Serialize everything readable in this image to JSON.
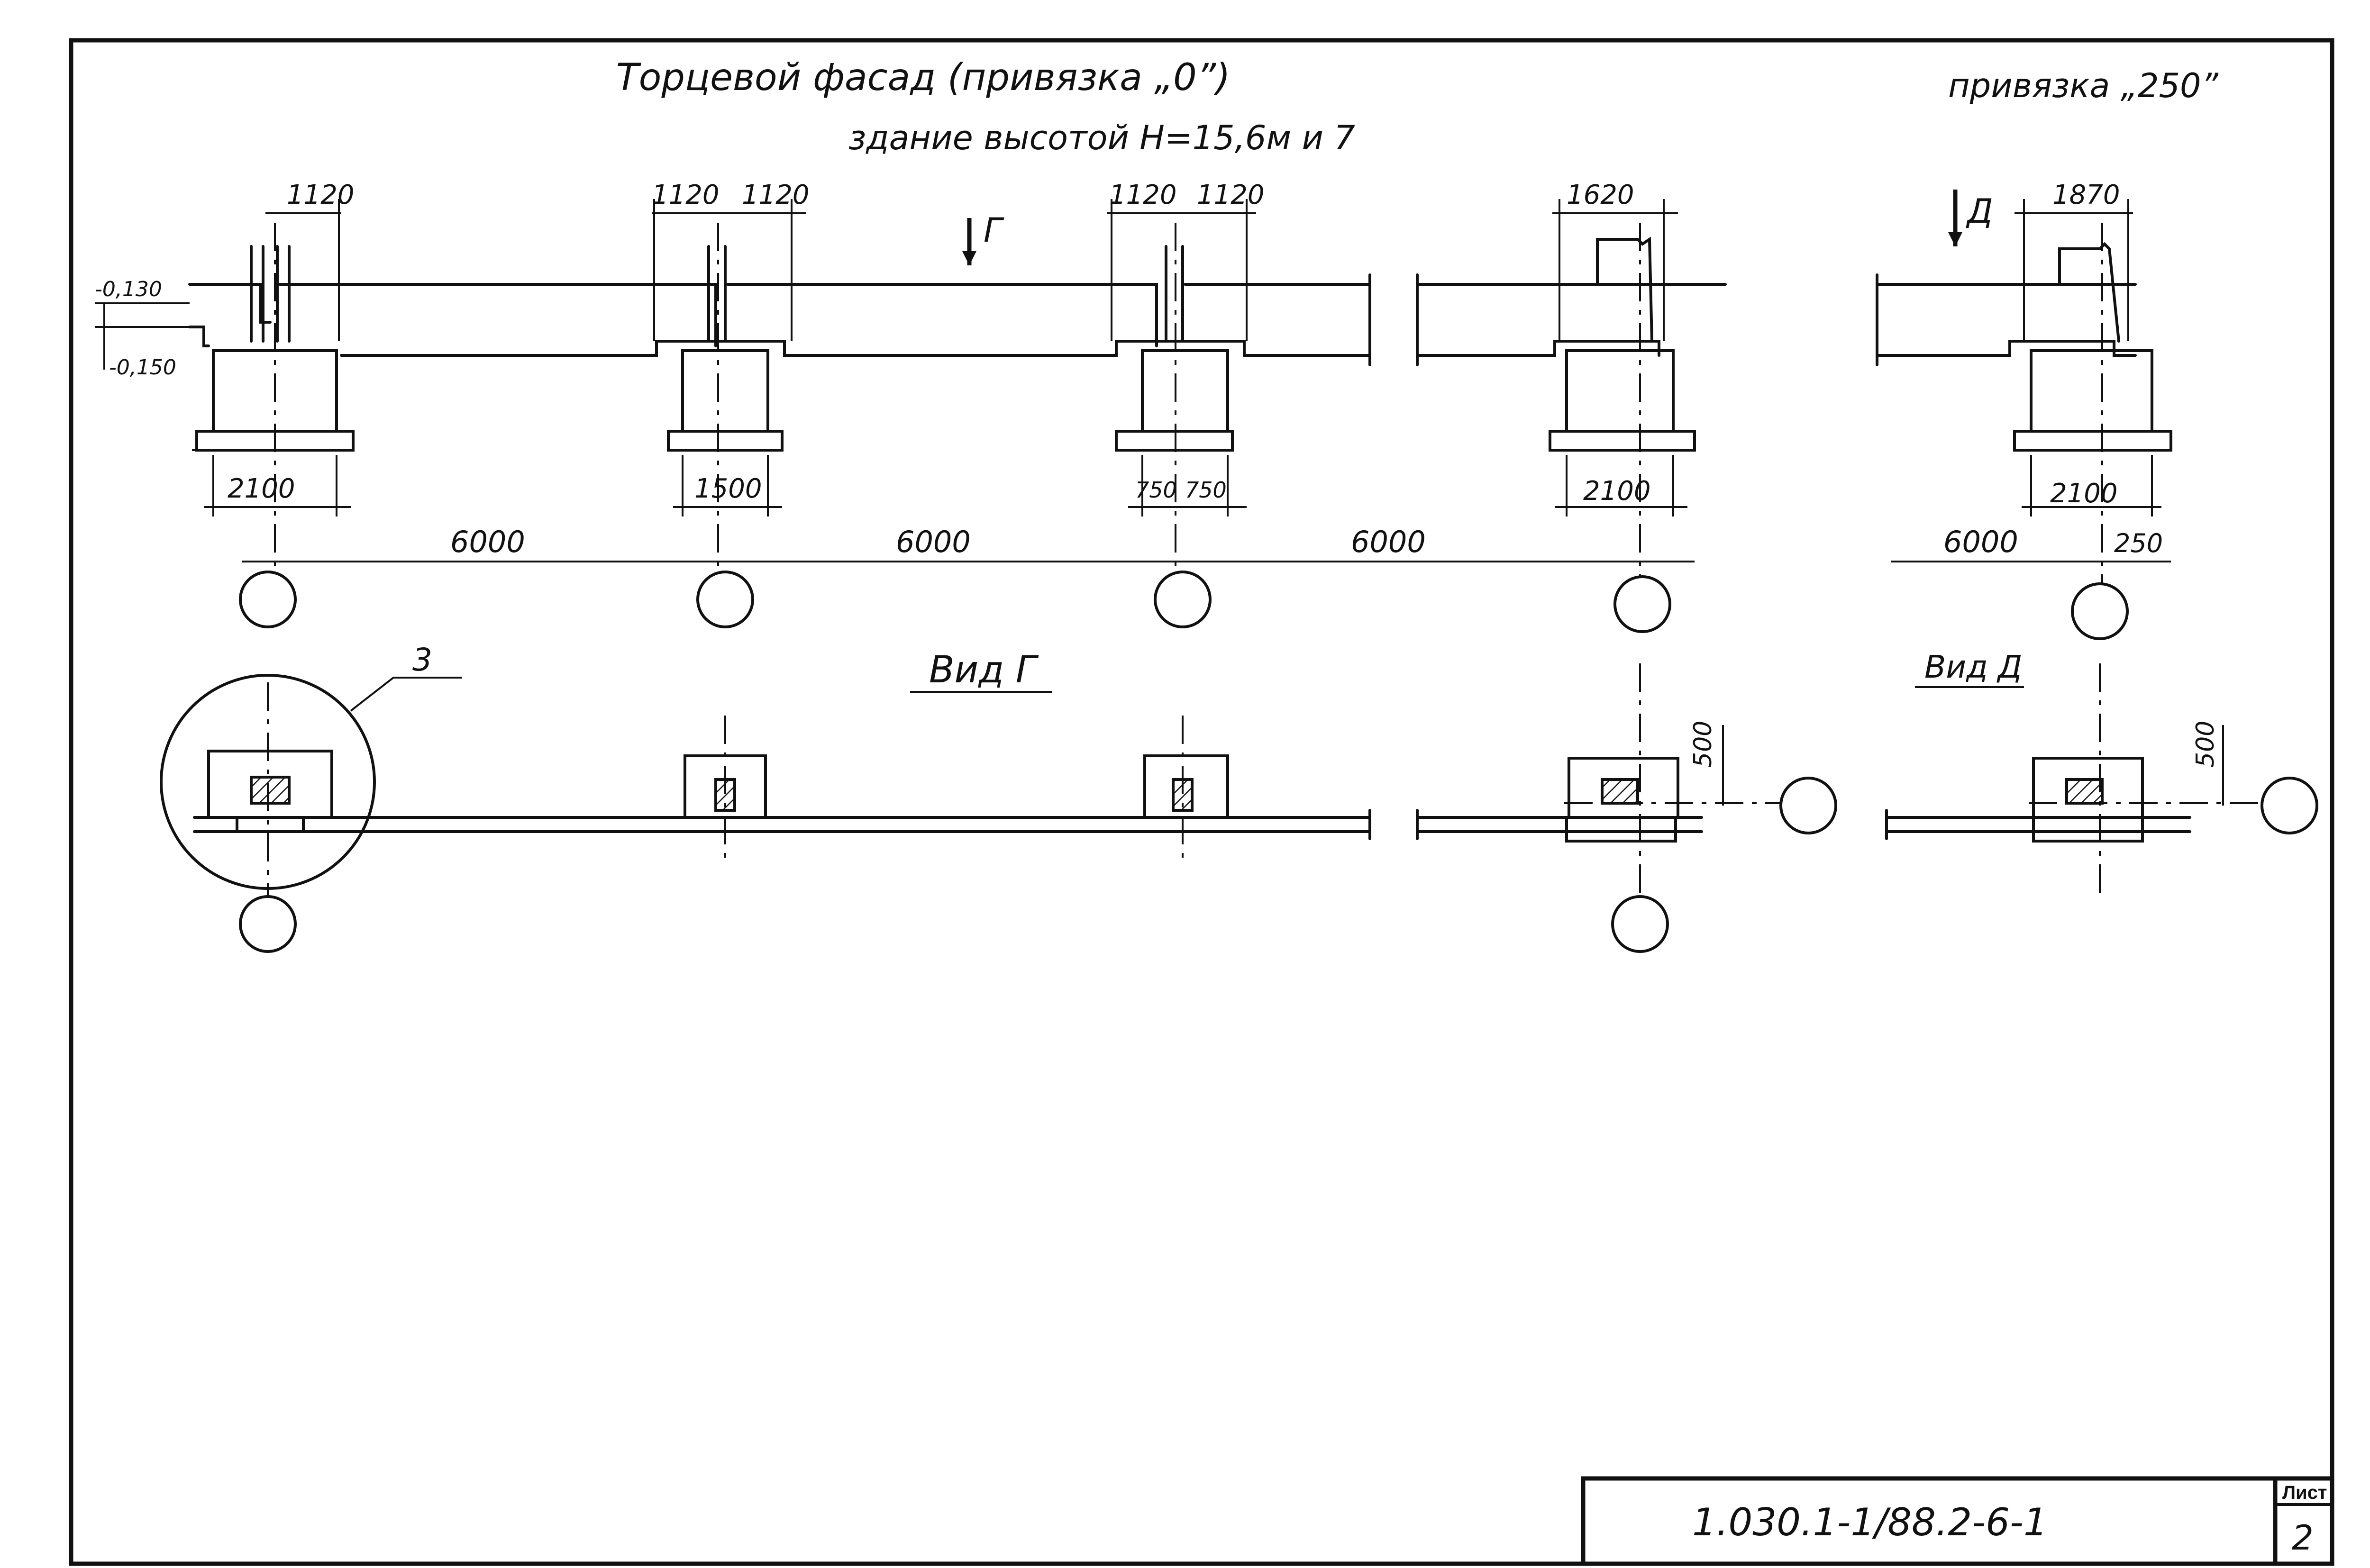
{
  "title": {
    "line1": "Торцевой фасад (привязка „0”)",
    "line2": "здание высотой H=15,6м и 7",
    "right": "привязка „250”"
  },
  "elevation": {
    "dims_top": [
      "1120",
      "1120",
      "1120",
      "1120",
      "1120",
      "1620",
      "1870"
    ],
    "dims_bottom": [
      "2100",
      "1500",
      "750",
      "750",
      "2100",
      "2100"
    ],
    "spans": [
      "6000",
      "6000",
      "6000",
      "6000",
      "250"
    ],
    "levels": [
      "-0,130",
      "-0,150"
    ],
    "arrows": [
      "Г",
      "Д"
    ]
  },
  "views": {
    "view_g": "Вид Г",
    "view_d": "Вид Д",
    "callout": "3",
    "dims": [
      "500",
      "500"
    ]
  },
  "stamp": {
    "code": "1.030.1-1/88.2-6-1",
    "sheet_label": "Лист",
    "sheet_number": "2"
  }
}
